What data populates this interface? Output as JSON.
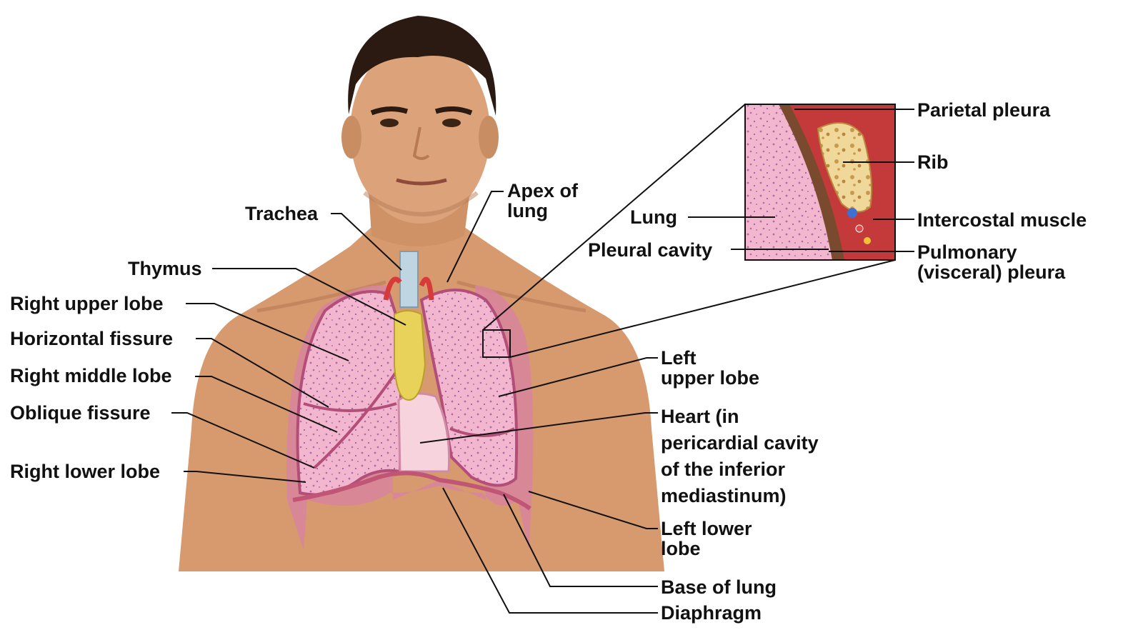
{
  "labels_left": {
    "trachea": "Trachea",
    "thymus": "Thymus",
    "right_upper_lobe": "Right upper lobe",
    "horizontal_fissure": "Horizontal fissure",
    "right_middle_lobe": "Right middle lobe",
    "oblique_fissure": "Oblique fissure",
    "right_lower_lobe": "Right lower lobe"
  },
  "labels_center": {
    "apex_of_lung": [
      "Apex of",
      "lung"
    ],
    "lung": "Lung",
    "pleural_cavity": "Pleural cavity"
  },
  "labels_inset": {
    "parietal_pleura": "Parietal pleura",
    "rib": "Rib",
    "intercostal_muscle": "Intercostal muscle",
    "pulmonary_pleura": [
      "Pulmonary",
      "(visceral) pleura"
    ]
  },
  "labels_right": {
    "left_upper_lobe": [
      "Left",
      "upper lobe"
    ],
    "heart": [
      "Heart (in",
      "pericardial cavity",
      "of the inferior",
      "mediastinum)"
    ],
    "left_lower_lobe": [
      "Left lower",
      "lobe"
    ],
    "base_of_lung": "Base of lung",
    "diaphragm": "Diaphragm"
  },
  "colors": {
    "skin": "#d79a6e",
    "hair": "#2a1a12",
    "lung": "#f2b6cf",
    "lung_outline": "#b24e78",
    "pleura": "#d8849f",
    "thymus": "#e8d25a",
    "heart": "#f7d3de",
    "muscle": "#c43a3a",
    "rib": "#f0d79a",
    "leader": "#111111"
  }
}
